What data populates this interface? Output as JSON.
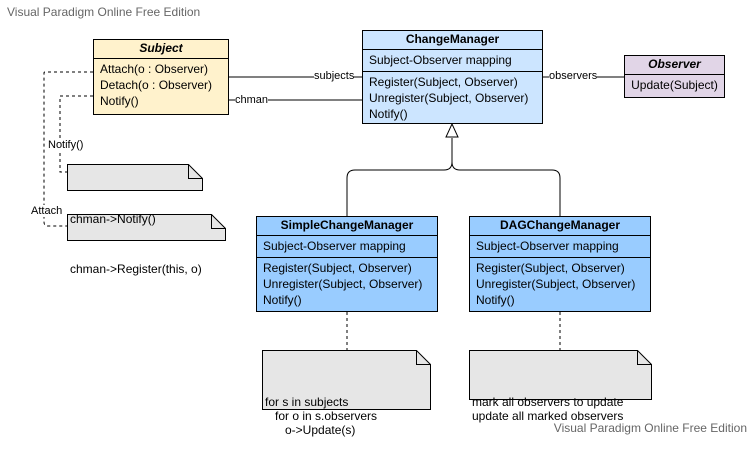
{
  "watermarks": {
    "top": "Visual Paradigm Online Free Edition",
    "bottom": "Visual Paradigm Online Free Edition"
  },
  "classes": {
    "subject": {
      "name": "Subject",
      "operations": [
        "Attach(o : Observer)",
        "Detach(o : Observer)",
        "Notify()"
      ],
      "color": "#fff2cc"
    },
    "change_manager": {
      "name": "ChangeManager",
      "attributes": [
        "Subject-Observer mapping"
      ],
      "operations": [
        "Register(Subject, Observer)",
        "Unregister(Subject, Observer)",
        "Notify()"
      ],
      "color": "#cce5ff"
    },
    "observer": {
      "name": "Observer",
      "operations": [
        "Update(Subject)"
      ],
      "color": "#e1d5e7"
    },
    "simple_change_manager": {
      "name": "SimpleChangeManager",
      "attributes": [
        "Subject-Observer mapping"
      ],
      "operations": [
        "Register(Subject, Observer)",
        "Unregister(Subject, Observer)",
        "Notify()"
      ],
      "color": "#99ccff"
    },
    "dag_change_manager": {
      "name": "DAGChangeManager",
      "attributes": [
        "Subject-Observer mapping"
      ],
      "operations": [
        "Register(Subject, Observer)",
        "Unregister(Subject, Observer)",
        "Notify()"
      ],
      "color": "#99ccff"
    }
  },
  "notes": {
    "notify": "chman->Notify()",
    "register": "chman->Register(this, o)",
    "simple": "for s in subjects\n   for o in s.observers\n      o->Update(s)",
    "dag": "mark all observers to update\nupdate all marked observers"
  },
  "edge_labels": {
    "subjects": "subjects",
    "observers": "observers",
    "chman": "chman",
    "notify": "Notify()",
    "attach": "Attach"
  },
  "note_color": "#e6e6e6"
}
